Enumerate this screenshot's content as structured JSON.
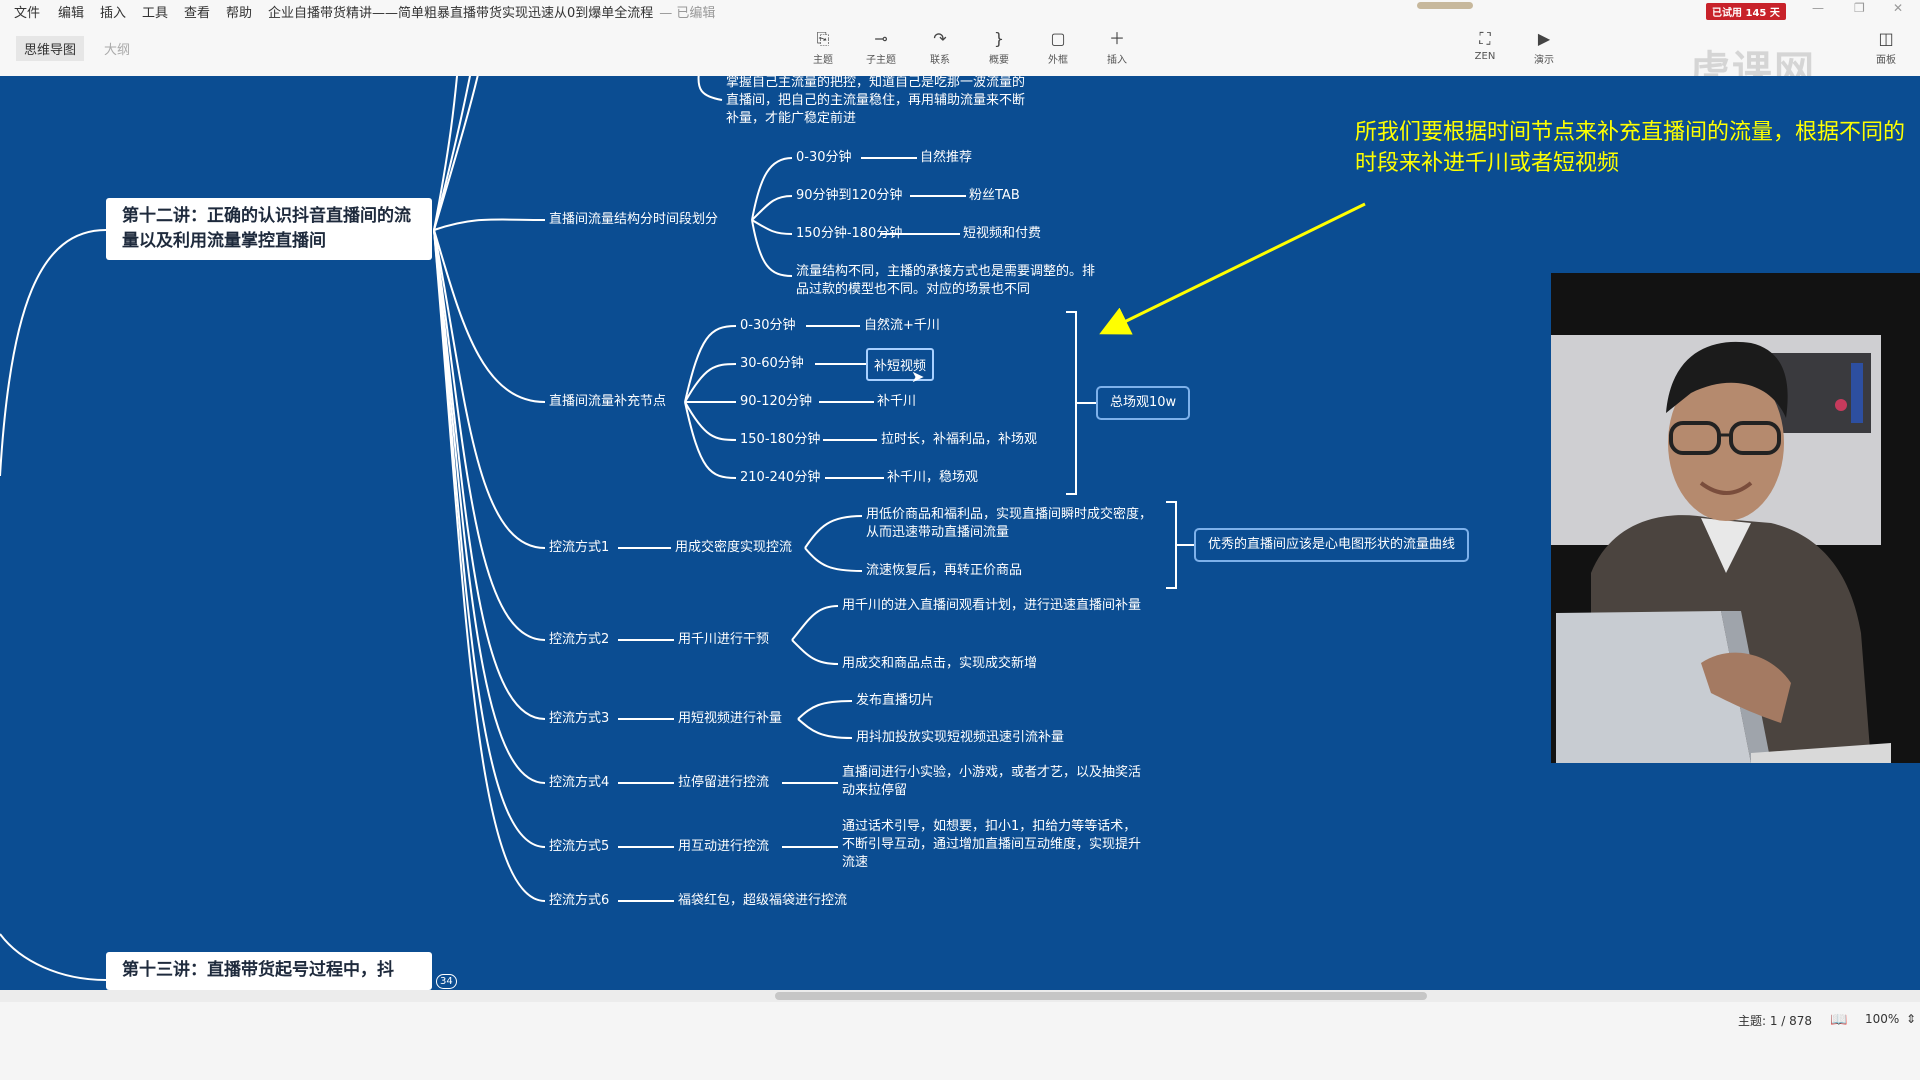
{
  "menu": {
    "items": [
      "文件",
      "编辑",
      "插入",
      "工具",
      "查看",
      "帮助"
    ],
    "doc_title": "企业自播带货精讲——简单粗暴直播带货实现迅速从0到爆单全流程",
    "save_state": "— 已编辑"
  },
  "trial_badge": "已试用 145 天",
  "view_tabs": {
    "mindmap": "思维导图",
    "outline": "大纲"
  },
  "toolbar": {
    "topic": "主题",
    "subtopic": "子主题",
    "relation": "联系",
    "summary": "概要",
    "boundary": "外框",
    "insert": "插入",
    "zen": "ZEN",
    "present": "演示",
    "panel": "面板"
  },
  "watermark": "虎课网",
  "mindmap": {
    "lecture12": "第十二讲：正确的认识抖音直播间的流量以及利用流量掌控直播间",
    "lecture13": "第十三讲：直播带货起号过程中，抖",
    "lecture13_badge": "34",
    "top_note": "掌握自己主流量的把控，知道自己是吃那一波流量的直播间，把自己的主流量稳住，再用辅助流量来不断补量，才能广稳定前进",
    "structure": {
      "label": "直播间流量结构分时间段划分",
      "rows": [
        {
          "time": "0-30分钟",
          "desc": "自然推荐"
        },
        {
          "time": "90分钟到120分钟",
          "desc": "粉丝TAB"
        },
        {
          "time": "150分钟-180分钟",
          "desc": "短视频和付费"
        }
      ],
      "note": "流量结构不同，主播的承接方式也是需要调整的。排品过款的模型也不同。对应的场景也不同"
    },
    "supplement": {
      "label": "直播间流量补充节点",
      "rows": [
        {
          "time": "0-30分钟",
          "desc": "自然流+千川"
        },
        {
          "time": "30-60分钟",
          "desc": "补短视频"
        },
        {
          "time": "90-120分钟",
          "desc": "补千川"
        },
        {
          "time": "150-180分钟",
          "desc": "拉时长，补福利品，补场观"
        },
        {
          "time": "210-240分钟",
          "desc": "补千川，稳场观"
        }
      ],
      "summary": "总场观10w"
    },
    "control1": {
      "label": "控流方式1",
      "method": "用成交密度实现控流",
      "details": [
        "用低价商品和福利品，实现直播间瞬时成交密度，从而迅速带动直播间流量",
        "流速恢复后，再转正价商品"
      ],
      "summary": "优秀的直播间应该是心电图形状的流量曲线"
    },
    "control2": {
      "label": "控流方式2",
      "method": "用千川进行干预",
      "details": [
        "用千川的进入直播间观看计划，进行迅速直播间补量",
        "用成交和商品点击，实现成交新增"
      ]
    },
    "control3": {
      "label": "控流方式3",
      "method": "用短视频进行补量",
      "details": [
        "发布直播切片",
        "用抖加投放实现短视频迅速引流补量"
      ]
    },
    "control4": {
      "label": "控流方式4",
      "method": "拉停留进行控流",
      "detail": "直播间进行小实验，小游戏，或者才艺，以及抽奖活动来拉停留"
    },
    "control5": {
      "label": "控流方式5",
      "method": "用互动进行控流",
      "detail": "通过话术引导，如想要，扣小1，扣给力等等话术，不断引导互动，通过增加直播间互动维度，实现提升流速"
    },
    "control6": {
      "label": "控流方式6",
      "method": "福袋红包，超级福袋进行控流"
    }
  },
  "annotation": "所我们要根据时间节点来补充直播间的流量，根据不同的时段来补进千川或者短视频",
  "status": {
    "topics": "主题: 1 / 878",
    "zoom": "100%"
  },
  "colors": {
    "canvas": "#0b4d92",
    "branch": "#ffffff",
    "annotation": "#ffff00",
    "arrow": "#ffff00",
    "trial": "#c8222a"
  }
}
